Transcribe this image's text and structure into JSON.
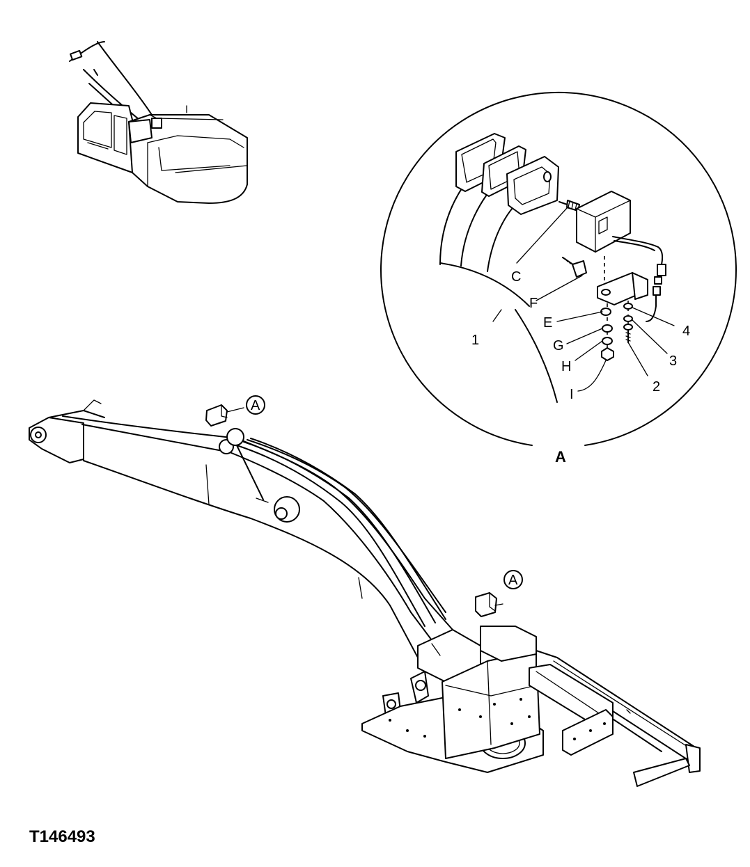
{
  "figure_id": "T146493",
  "detail_view_label": "A",
  "callouts": [
    "A",
    "A"
  ],
  "detail_labels": {
    "c": "C",
    "f": "F",
    "e": "E",
    "g": "G",
    "h": "H",
    "i": "I",
    "n1": "1",
    "n2": "2",
    "n3": "3",
    "n4": "4"
  }
}
